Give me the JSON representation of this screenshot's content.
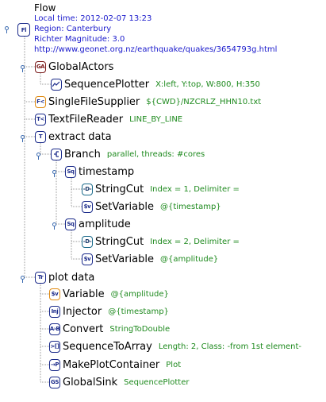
{
  "flow": {
    "title": "Flow",
    "local_time": "Local time: 2012-02-07 13:23",
    "region": "Region: Canterbury",
    "magnitude": "Richter Magnitude: 3.0",
    "url": "http://www.geonet.org.nz/earthquake/quakes/3654793g.html"
  },
  "nodes": {
    "global_actors": {
      "label": "GlobalActors",
      "icon": "GA"
    },
    "sequence_plotter": {
      "label": "SequencePlotter",
      "opts": "X:left, Y:top, W:800, H:350",
      "icon": "chart-icon"
    },
    "single_file_supplier": {
      "label": "SingleFileSupplier",
      "opts": "${CWD}/NZCRLZ_HHN10.txt",
      "icon": "F<"
    },
    "text_file_reader": {
      "label": "TextFileReader",
      "opts": "LINE_BY_LINE",
      "icon": "T<"
    },
    "extract_data": {
      "label": "extract data",
      "icon": "T"
    },
    "branch": {
      "label": "Branch",
      "opts": "parallel, threads: #cores",
      "icon": "branch-icon"
    },
    "timestamp": {
      "label": "timestamp",
      "icon": "Sq"
    },
    "stringcut1": {
      "label": "StringCut",
      "opts": "Index = 1, Delimiter =",
      "icon": "cut-icon"
    },
    "setvariable1": {
      "label": "SetVariable",
      "opts": "@{timestamp}",
      "icon": "$v"
    },
    "amplitude": {
      "label": "amplitude",
      "icon": "Sq"
    },
    "stringcut2": {
      "label": "StringCut",
      "opts": "Index = 2, Delimiter =",
      "icon": "cut-icon"
    },
    "setvariable2": {
      "label": "SetVariable",
      "opts": "@{amplitude}",
      "icon": "$v"
    },
    "plot_data": {
      "label": "plot data",
      "icon": "Tr"
    },
    "variable": {
      "label": "Variable",
      "opts": "@{amplitude}",
      "icon": "$v"
    },
    "injector": {
      "label": "Injector",
      "opts": "@{timestamp}",
      "icon": "Inj"
    },
    "convert": {
      "label": "Convert",
      "opts": "StringToDouble",
      "icon": "A>B"
    },
    "sequence_to_array": {
      "label": "SequenceToArray",
      "opts": "Length: 2, Class: -from 1st element-",
      "icon": ">[]"
    },
    "make_plot_container": {
      "label": "MakePlotContainer",
      "opts": "Plot",
      "icon": "plot-icon"
    },
    "global_sink": {
      "label": "GlobalSink",
      "opts": "SequencePlotter",
      "icon": "GS"
    }
  },
  "colors": {
    "options_text": "#1e8a1e",
    "meta_text": "#1a1acc",
    "icon_border": "#1a2a8a",
    "pin": "#3a6ab0"
  }
}
